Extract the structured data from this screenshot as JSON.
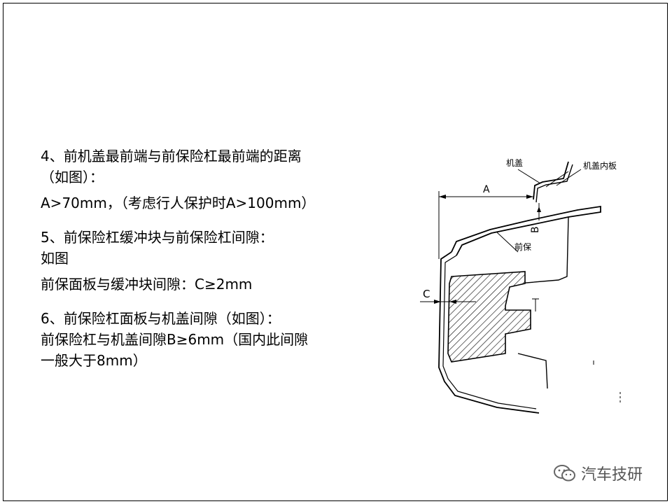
{
  "section4": {
    "line1": "4、前机盖最前端与前保险杠最前端的距离",
    "line2": "（如图）：",
    "line3": "A>70mm，（考虑行人保护时A>100mm）"
  },
  "section5": {
    "line1": "5、前保险杠缓冲块与前保险杠间隙：",
    "line2": "如图",
    "line3": "前保面板与缓冲块间隙：C≥2mm"
  },
  "section6": {
    "line1": "6、前保险杠面板与机盖间隙（如图）：",
    "line2": "前保险杠与机盖间隙B≥6mm（国内此间隙",
    "line3": "一般大于8mm）"
  },
  "diagram": {
    "label_hood": "机盖",
    "label_inner_panel": "机盖内板",
    "label_front_bumper": "前保",
    "dim_a": "A",
    "dim_b": "B",
    "dim_c": "C"
  },
  "watermark": {
    "text": "汽车技研",
    "icon": "wechat-icon"
  }
}
